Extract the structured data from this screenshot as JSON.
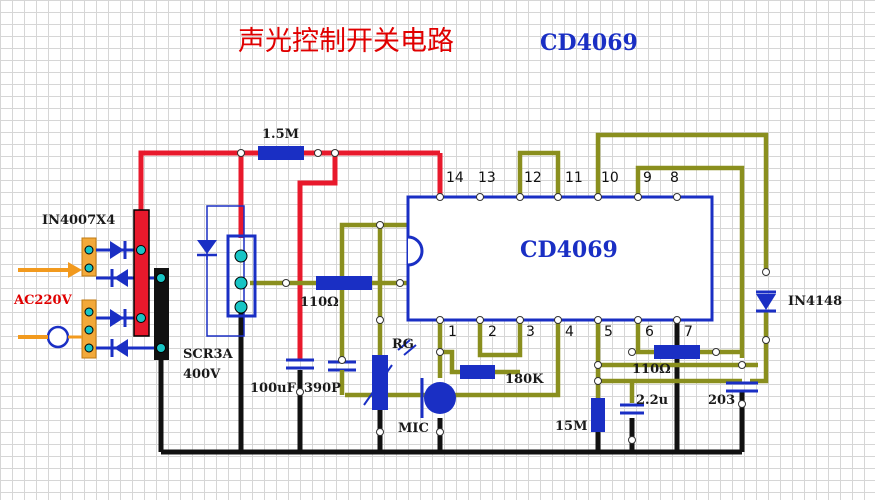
{
  "title": {
    "zh": "声光控制开关电路",
    "chip": "CD4069"
  },
  "chip": {
    "name": "CD4069",
    "top_pins": [
      "14",
      "13",
      "12",
      "11",
      "10",
      "9",
      "8"
    ],
    "bottom_pins": [
      "1",
      "2",
      "3",
      "4",
      "5",
      "6",
      "7"
    ]
  },
  "labels": {
    "r_top": "1.5M",
    "bridge": "IN4007X4",
    "ac": "AC220V",
    "scr1": "SCR3A",
    "scr2": "400V",
    "r_mid": "110Ω",
    "c_100": "100uF",
    "c_390": "390P",
    "rg": "RG",
    "mic": "MIC",
    "r_180": "180K",
    "r_15m": "15M",
    "c_22": "2.2u",
    "r_110b": "110Ω",
    "c_203": "203",
    "diode_4148": "IN4148"
  },
  "colors": {
    "supply": "#e8192c",
    "ground": "#111111",
    "signal": "#8a8f1e",
    "component": "#1a2fc4",
    "ac_arrow": "#f29a1e",
    "terminal": "#f2a93a"
  }
}
